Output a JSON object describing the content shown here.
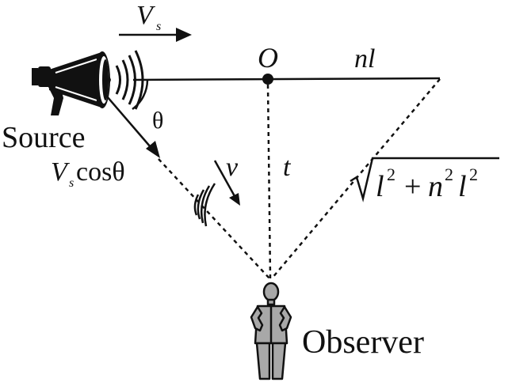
{
  "labels": {
    "source_velocity_symbol": "V",
    "source_velocity_subscript": "s",
    "origin": "O",
    "distance_along_path": "nl",
    "angle": "θ",
    "source": "Source",
    "radial_velocity_symbol": "V",
    "radial_velocity_subscript": "s",
    "radial_velocity_rest": "cosθ",
    "wave_velocity": "v",
    "time": "t",
    "hyp_l1": "l",
    "hyp_exp1": "2",
    "hyp_plus": "+",
    "hyp_n": "n",
    "hyp_exp2": "2",
    "hyp_l2": "l",
    "hyp_exp3": "2",
    "observer": "Observer"
  },
  "icons": {
    "loudspeaker": "megaphone-icon",
    "person": "standing-person-icon"
  },
  "colors": {
    "ink": "#111111",
    "figure_fill": "#a8a8a8"
  }
}
